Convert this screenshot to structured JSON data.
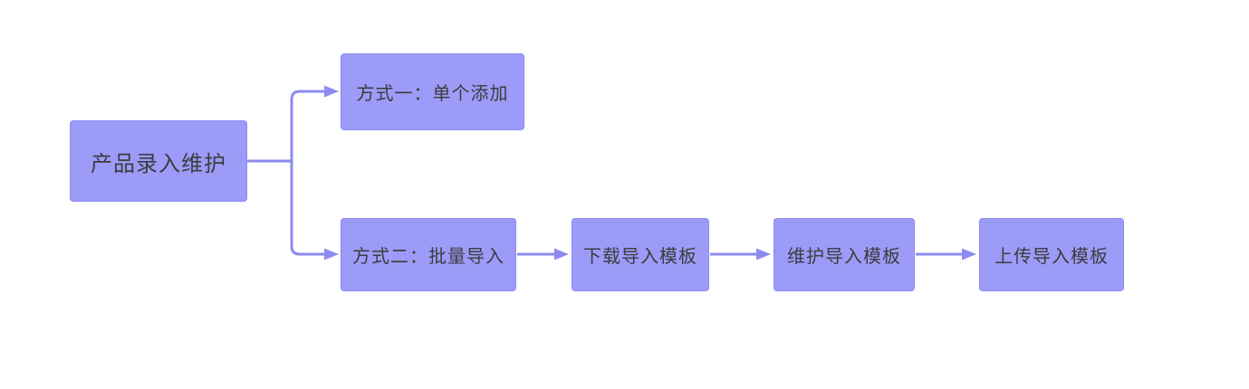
{
  "theme": {
    "canvas-bg": "#ffffff",
    "node-fill": "#9d9bf8",
    "node-border": "#8b89f0",
    "connector": "#8d8bf2",
    "text": "#3c3c3c"
  },
  "nodes": {
    "root": {
      "label": "产品录入维护"
    },
    "method1": {
      "label": "方式一：单个添加"
    },
    "method2": {
      "label": "方式二：批量导入"
    },
    "download": {
      "label": "下载导入模板"
    },
    "maintain": {
      "label": "维护导入模板"
    },
    "upload": {
      "label": "上传导入模板"
    }
  }
}
